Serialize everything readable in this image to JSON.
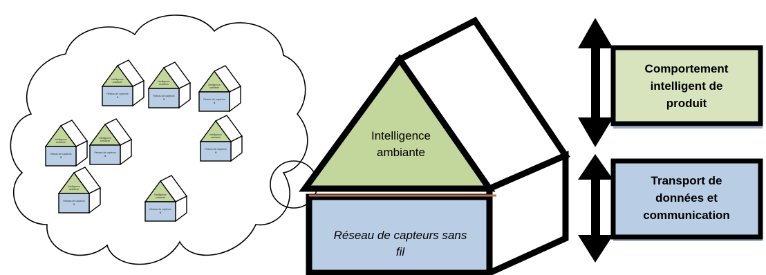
{
  "colors": {
    "green": "#d7e4bd",
    "blue": "#b9cde5",
    "triangle_green": "#c3d69b",
    "outline": "#000000"
  },
  "house": {
    "roof_label_line1": "Intelligence",
    "roof_label_line2": "ambiante",
    "base_label_line1": "Réseau de capteurs sans",
    "base_label_line2": "fil"
  },
  "boxes": {
    "top_line1": "Comportement",
    "top_line2": "intelligent de",
    "top_line3": "produit",
    "bottom_line1": "Transport de",
    "bottom_line2": "données et",
    "bottom_line3": "communication"
  },
  "mini_house": {
    "roof_line1": "Intelligence",
    "roof_line2": "ambiante",
    "base_line1": "Réseau de capteurs",
    "base_line2": "fil"
  },
  "icons": [
    "cloud-shape",
    "double-arrow",
    "magnifier-circle"
  ]
}
